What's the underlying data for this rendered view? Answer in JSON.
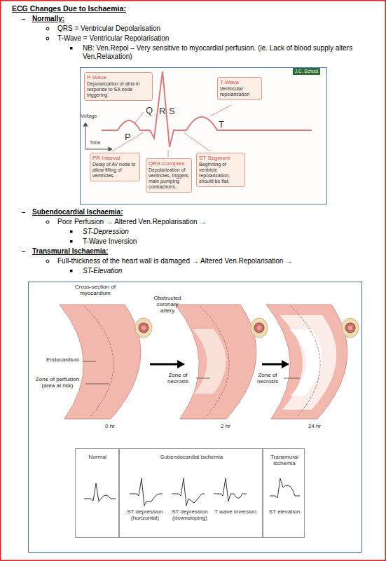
{
  "diagram": {
    "title": "ECG Changes Due to Ischaemia:",
    "nodes": [
      {
        "text": [
          "P-Wave",
          "Depolarization of atria in response to SA node triggering."
        ]
      },
      {
        "text": [
          "T-Wave",
          "Ventricular repolarization"
        ]
      },
      {
        "text": [
          "PR Interval",
          "Delay of AV node to allow filling of ventricles."
        ]
      },
      {
        "text": [
          "QRS Complex",
          "Depolarization of ventricles, triggers main pumping contractions."
        ]
      },
      {
        "text": [
          "ST Segment",
          "Beginning of ventricle repolarization, should be flat."
        ]
      },
      {
        "text": [
          "Normal"
        ]
      },
      {
        "text": [
          "Subendocardial ischemia",
          "ST depression (horizontal)",
          "ST depression (downsloping)",
          "T wave inversion"
        ]
      },
      {
        "text": [
          "Transmural ischemia",
          "ST elevation"
        ]
      }
    ],
    "labels": [
      "Normally:",
      "QRS = Ventricular Depolarisation",
      "T-Wave = Ventricular Repolarisation",
      "NB: Ven.Repol – Very sensitive to myocardial perfusion. (ie. Lack of blood supply alters Ven.Relaxation)",
      "J.C. School",
      "Voltage",
      "Time",
      "P",
      "Q",
      "R",
      "S",
      "T",
      "Subendocardial Ischaemia:",
      "Poor Perfusion → Altered Ven.Repolarisation →",
      "ST-Depression",
      "T-Wave Inversion",
      "Transmural Ischaemia:",
      "Full-thickness of the heart wall is damaged → Altered Ven.Repolarisation →",
      "ST-Elevation",
      "Cross-section of myocardium",
      "Obstructed coronary artery",
      "Endocardium",
      "Zone of perfusion (area at risk)",
      "Zone of necrosis",
      "Zone of necrosis",
      "0 hr",
      "2 hr",
      "24 hr"
    ]
  }
}
